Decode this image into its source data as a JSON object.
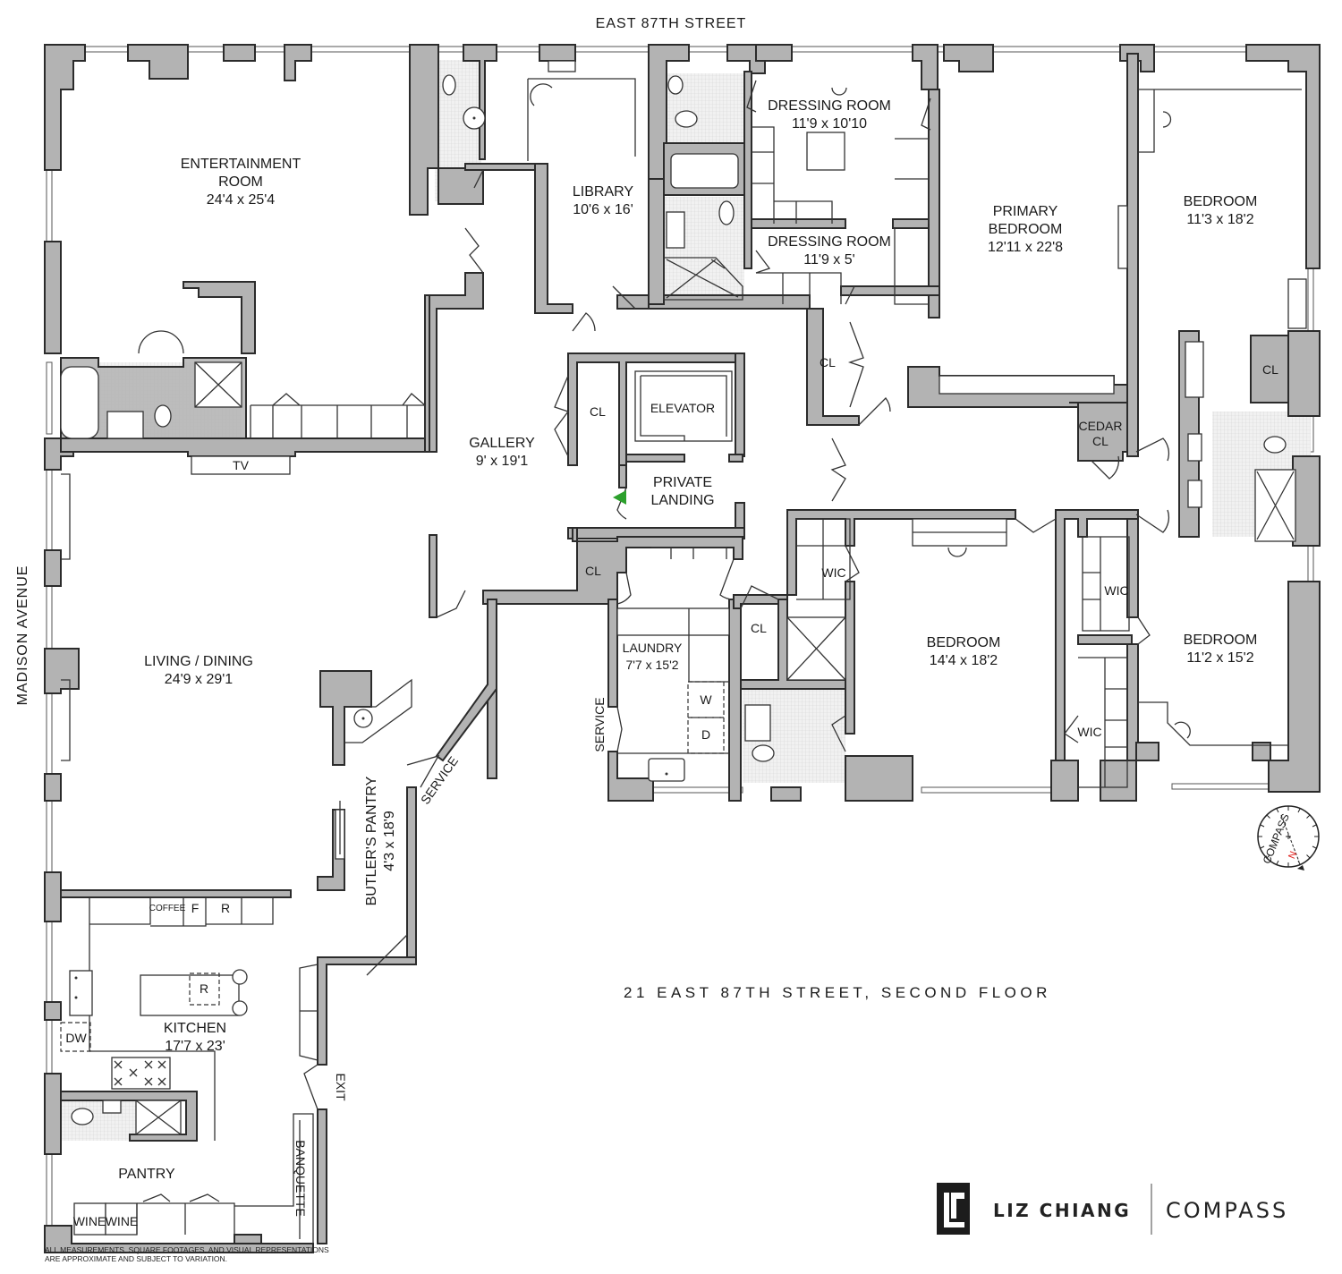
{
  "streets": {
    "north": "EAST  87TH  STREET",
    "west": "MADISON  AVENUE"
  },
  "rooms": {
    "entertainment": {
      "name_line1": "ENTERTAINMENT",
      "name_line2": "ROOM",
      "dims": "24'4 x 25'4"
    },
    "library": {
      "name": "LIBRARY",
      "dims": "10'6 x 16'"
    },
    "dressing_room_1": {
      "name": "DRESSING ROOM",
      "dims": "11'9 x 10'10"
    },
    "dressing_room_2": {
      "name": "DRESSING ROOM",
      "dims": "11'9 x 5'"
    },
    "primary_bedroom": {
      "name_line1": "PRIMARY",
      "name_line2": "BEDROOM",
      "dims": "12'11 x 22'8"
    },
    "bedroom_ne": {
      "name": "BEDROOM",
      "dims": "11'3 x 18'2"
    },
    "gallery": {
      "name": "GALLERY",
      "dims": "9' x 19'1"
    },
    "elevator": {
      "name": "ELEVATOR"
    },
    "private_landing": {
      "name_line1": "PRIVATE",
      "name_line2": "LANDING"
    },
    "living_dining": {
      "name": "LIVING / DINING",
      "dims": "24'9 x 29'1"
    },
    "laundry": {
      "name": "LAUNDRY",
      "dims": "7'7 x 15'2"
    },
    "bedroom_center": {
      "name": "BEDROOM",
      "dims": "14'4 x 18'2"
    },
    "bedroom_se": {
      "name": "BEDROOM",
      "dims": "11'2 x 15'2"
    },
    "butlers_pantry": {
      "name": "BUTLER'S PANTRY",
      "dims": "4'3 x 18'9"
    },
    "kitchen": {
      "name": "KITCHEN",
      "dims": "17'7 x 23'"
    },
    "pantry": {
      "name": "PANTRY"
    }
  },
  "closets": {
    "cl_gallery": "CL",
    "cl_hall": "CL",
    "cl_ne_bath": "CL",
    "cedar_line1": "CEDAR",
    "cedar_line2": "CL",
    "cl_laundry": "CL",
    "cl_bath": "CL",
    "wic_center": "WIC",
    "wic_se_upper": "WIC",
    "wic_se_lower": "WIC"
  },
  "fixtures": {
    "tv": "TV",
    "coffee": "COFFEE",
    "freezer": "F",
    "fridge": "R",
    "island_fridge": "R",
    "dishwasher": "DW",
    "washer": "W",
    "dryer": "D",
    "wine1": "WINE",
    "wine2": "WINE",
    "banquette": "BANQUETTE"
  },
  "doors": {
    "service_laundry": "SERVICE",
    "service_pantry": "SERVICE",
    "exit": "EXIT"
  },
  "compass": {
    "label": "COMPASS",
    "north": "N",
    "north_color": "#e0201c"
  },
  "entry_marker_color": "#2ca02c",
  "address": "21 EAST 87TH STREET, SECOND FLOOR",
  "disclaimer": {
    "line1": "ALL MEASUREMENTS, SQUARE FOOTAGES, AND VISUAL REPRESENTATIONS",
    "line2": "ARE APPROXIMATE AND SUBJECT TO VARIATION."
  },
  "branding": {
    "agent": "LIZ CHIANG",
    "brokerage": "COMPASS"
  }
}
